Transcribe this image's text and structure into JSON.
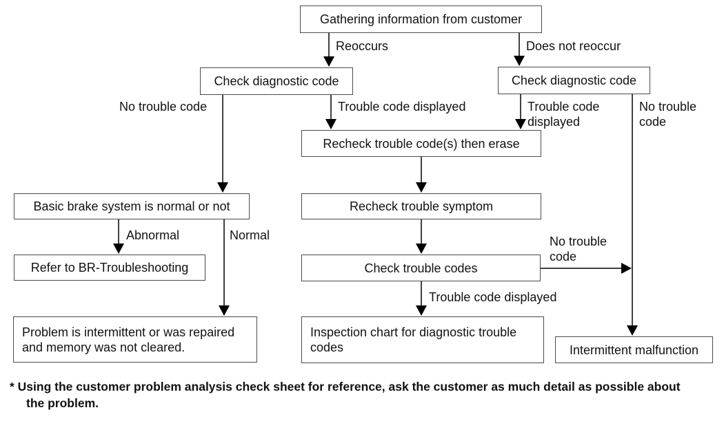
{
  "diagram": {
    "nodes": {
      "gathering": {
        "label": "Gathering information from customer"
      },
      "check_diag_left": {
        "label": "Check diagnostic code"
      },
      "check_diag_right": {
        "label": "Check diagnostic code"
      },
      "recheck_erase": {
        "label": "Recheck trouble code(s) then erase"
      },
      "recheck_symptom": {
        "label": "Recheck trouble symptom"
      },
      "check_codes": {
        "label": "Check trouble codes"
      },
      "inspection_chart": {
        "label": "Inspection chart for diagnostic trouble codes"
      },
      "basic_brake": {
        "label": "Basic brake system is normal or not"
      },
      "refer_br": {
        "label": "Refer to BR-Troubleshooting"
      },
      "problem_intermittent": {
        "label": "Problem is intermittent or was repaired and memory was not cleared."
      },
      "intermittent_malfunction": {
        "label": "Intermittent malfunction"
      }
    },
    "edge_labels": {
      "reoccurs": "Reoccurs",
      "does_not_reoccur": "Does not reoccur",
      "no_trouble_code_left": "No trouble code",
      "trouble_code_displayed_left": "Trouble code displayed",
      "trouble_code_displayed_right": "Trouble code displayed",
      "no_trouble_code_right": "No trouble code",
      "no_trouble_code_mid": "No trouble code",
      "abnormal": "Abnormal",
      "normal": "Normal",
      "trouble_code_displayed_bottom": "Trouble code displayed"
    },
    "footnote": "* Using the customer problem analysis check sheet for reference, ask the customer as much detail as possible about the problem.",
    "colors": {
      "line": "#000000",
      "box_border": "#4a4a4a",
      "text": "#111111",
      "background": "#ffffff"
    }
  }
}
